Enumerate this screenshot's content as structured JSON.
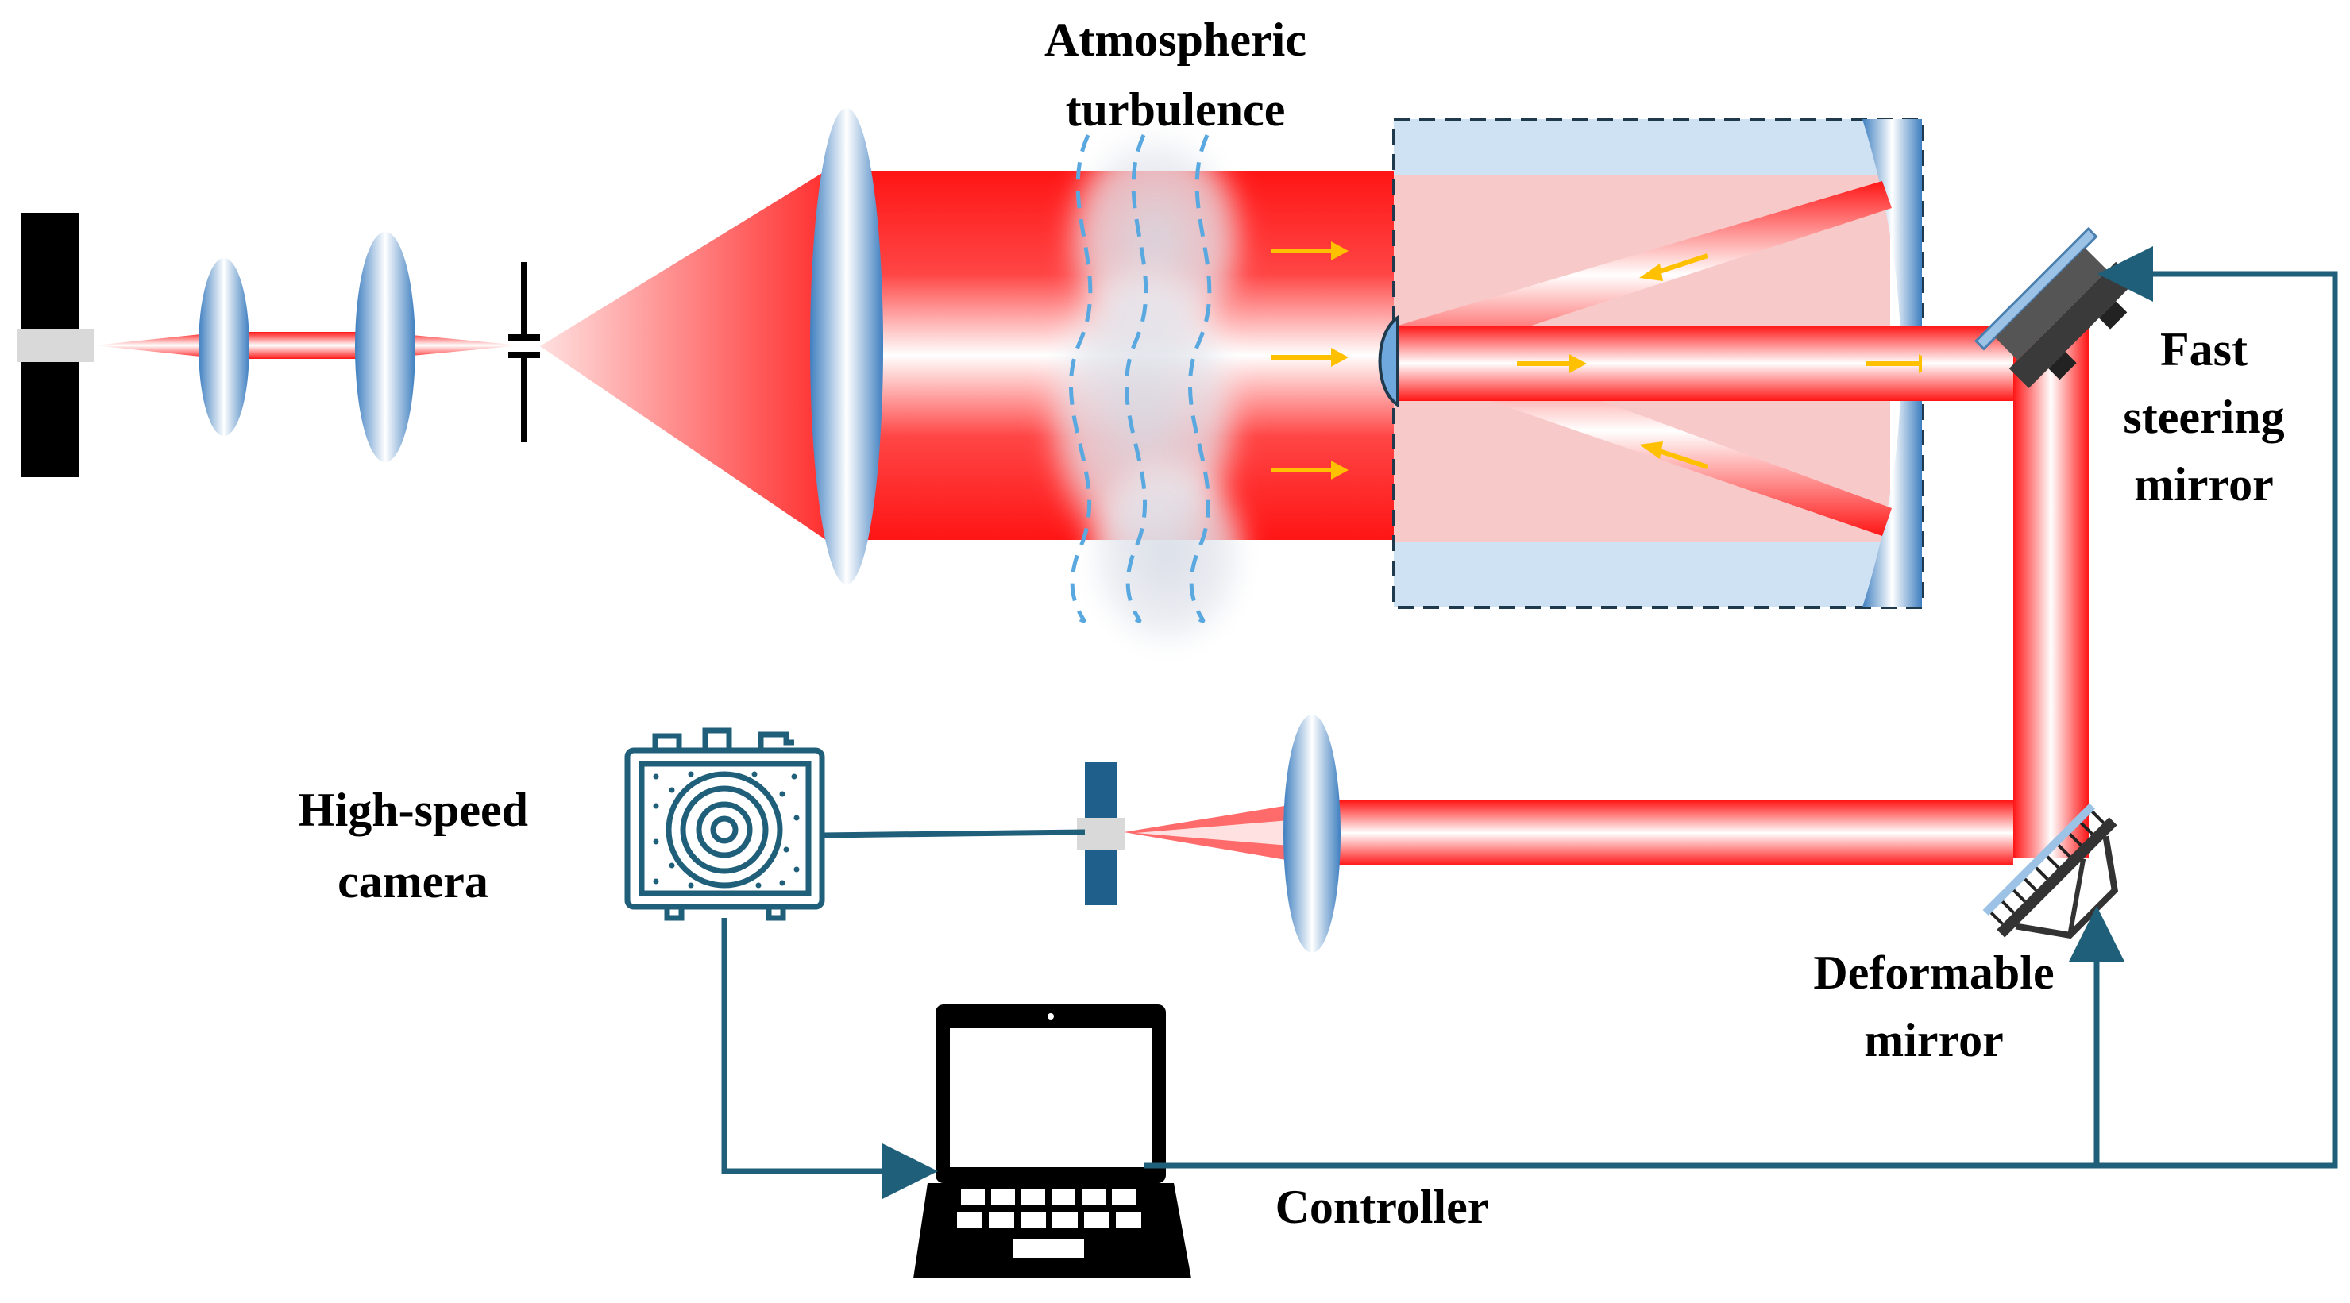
{
  "labels": {
    "turbulence_line1": "Atmospheric",
    "turbulence_line2": "turbulence",
    "fsm_line1": "Fast",
    "fsm_line2": "steering",
    "fsm_line3": "mirror",
    "camera_line1": "High-speed",
    "camera_line2": "camera",
    "dm_line1": "Deformable",
    "dm_line2": "mirror",
    "controller": "Controller"
  },
  "colors": {
    "beam": "#ff1a1a",
    "beam_light": "#ffffff",
    "lens_blue": "#5b9bd5",
    "wire": "#1f5f7a",
    "arrow": "#ffc000",
    "telescope_bg": "#cfe2f3",
    "telescope_pink": "#f8c9c9",
    "turbulence_dash": "#5aa8e0",
    "camera_blue": "#1f5f8b"
  }
}
